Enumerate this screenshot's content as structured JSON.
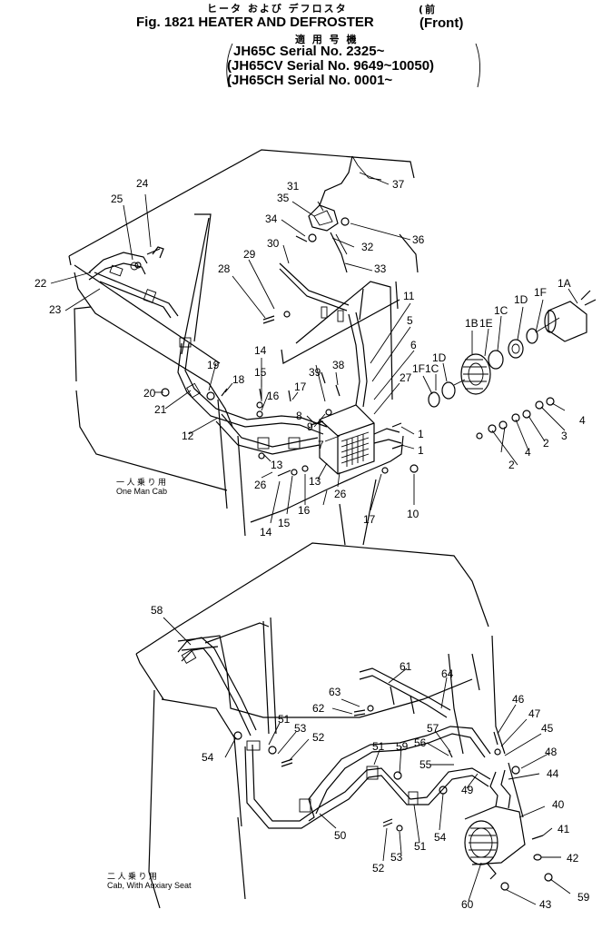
{
  "header": {
    "jp_title": "ヒータ および デフロスタ",
    "jp_front": "(前",
    "fig_title": "Fig. 1821 HEATER AND DEFROSTER",
    "front_label": "(Front)",
    "jp_serial": "適 用 号 機",
    "serials": [
      "JH65C   Serial No. 2325~",
      "(JH65CV  Serial No. 9649~10050)",
      "(JH65CH  Serial No. 0001~"
    ]
  },
  "captions": {
    "top_jp": "一 人 乗 り 用",
    "top_en": "One Man Cab",
    "bottom_jp": "二 人 乗 り 用",
    "bottom_en": "Cab, With Auxiary Seat"
  },
  "parts": {
    "top": [
      "37",
      "31",
      "35",
      "34",
      "36",
      "30",
      "32",
      "33",
      "24",
      "25",
      "22",
      "23",
      "29",
      "28",
      "11",
      "5",
      "6",
      "1A",
      "1F",
      "1D",
      "1C",
      "1E",
      "1B",
      "27",
      "1D",
      "1C",
      "1F",
      "19",
      "20",
      "21",
      "39",
      "38",
      "14",
      "15",
      "16",
      "17",
      "18",
      "8",
      "9",
      "7",
      "1",
      "1",
      "4",
      "3",
      "2",
      "4",
      "2",
      "12",
      "13",
      "13",
      "26",
      "26",
      "16",
      "15",
      "14",
      "17",
      "10"
    ],
    "bottom": [
      "58",
      "61",
      "64",
      "63",
      "62",
      "46",
      "47",
      "45",
      "48",
      "54",
      "51",
      "53",
      "52",
      "57",
      "56",
      "55",
      "51",
      "59",
      "44",
      "49",
      "40",
      "41",
      "42",
      "59",
      "43",
      "60",
      "50",
      "52",
      "53",
      "51",
      "54"
    ]
  }
}
